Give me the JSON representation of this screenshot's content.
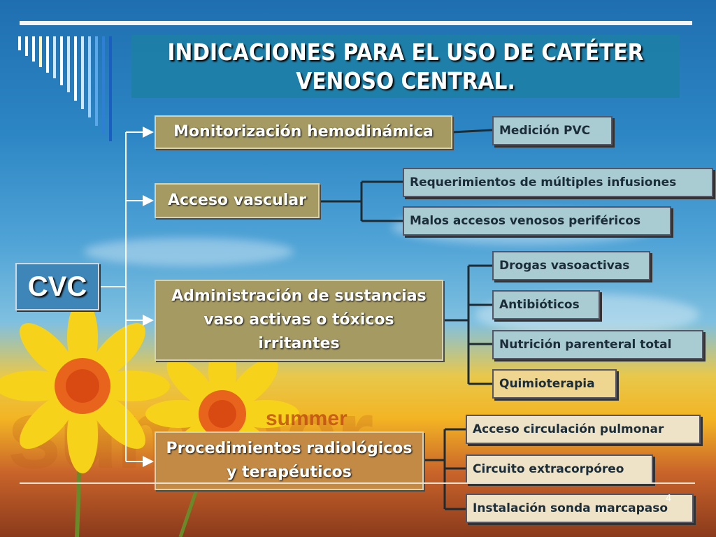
{
  "title_line1": "INDICACIONES PARA EL USO DE CATÉTER",
  "title_line2": "VENOSO CENTRAL.",
  "root": "CVC",
  "categories": {
    "monitorizacion": "Monitorización hemodinámica",
    "acceso": "Acceso vascular",
    "administracion": "Administración de sustancias vaso activas o tóxicos irritantes",
    "procedimientos": "Procedimientos radiológicos y terapéuticos"
  },
  "leaves": {
    "medicion_pvc": "Medición PVC",
    "multiples_infusiones": "Requerimientos de múltiples infusiones",
    "malos_accesos": "Malos accesos venosos periféricos",
    "drogas": "Drogas vasoactivas",
    "antibioticos": "Antibióticos",
    "nutricion": "Nutrición parenteral total",
    "quimioterapia": "Quimioterapia",
    "circulacion_pulmonar": "Acceso circulación pulmonar",
    "circuito": "Circuito extracorpóreo",
    "marcapaso": "Instalación sonda marcapaso"
  },
  "decor": {
    "summer": "summer",
    "summer_big": "summer"
  },
  "page_number": "4"
}
